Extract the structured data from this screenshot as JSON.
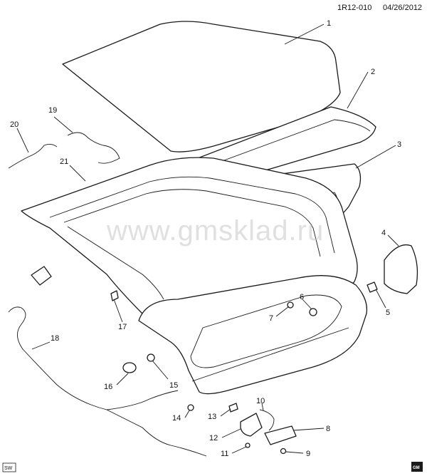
{
  "header": {
    "ref": "1R12-010",
    "date": "04/26/2012"
  },
  "watermark": "www.gmsklad.ru",
  "corner_left": "SW",
  "corner_right": "GM",
  "parts": [
    {
      "num": "1"
    },
    {
      "num": "2"
    },
    {
      "num": "3"
    },
    {
      "num": "4"
    },
    {
      "num": "5"
    },
    {
      "num": "6"
    },
    {
      "num": "7"
    },
    {
      "num": "8"
    },
    {
      "num": "9"
    },
    {
      "num": "10"
    },
    {
      "num": "11"
    },
    {
      "num": "12"
    },
    {
      "num": "13"
    },
    {
      "num": "14"
    },
    {
      "num": "15"
    },
    {
      "num": "16"
    },
    {
      "num": "17"
    },
    {
      "num": "18"
    },
    {
      "num": "19"
    },
    {
      "num": "20"
    },
    {
      "num": "21"
    }
  ],
  "colors": {
    "line": "#1a1a1a",
    "background": "#ffffff",
    "watermark": "#c8c8c8"
  }
}
